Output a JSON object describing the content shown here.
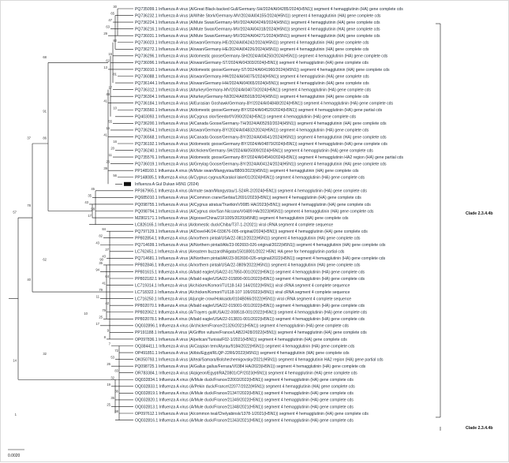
{
  "figure": {
    "clades": [
      {
        "label": "Clade 2.3.4.4b"
      },
      {
        "label": "Clade 2.3.4.4b"
      }
    ],
    "scale_bar": {
      "label": "0.0020"
    },
    "highlight": {
      "marker": "square-icon",
      "color": "#111111"
    }
  },
  "leaves": [
    {
      "label": "PQ735099.1 Influenza A virus (A/Great Black-backed Gull/Germany-SH/2024/AI04285/2024(H5N1)) segment 4 hemagglutinin (HA) gene complete cds",
      "bootstrap": "30"
    },
    {
      "label": "PQ736232.1 Influenza A virus (A/White Stork/Germany-MV/2024/AI04155/2024(H5N1)) segment 4 hemagglutinin (HA) gene complete cds",
      "bootstrap": "65"
    },
    {
      "label": "PQ736224.1 Influenza A virus (A/Mute Swan/Germany-MV/2024/AI04249/2024(H5N1)) segment 4 hemagglutinin (HA) gene complete cds",
      "bootstrap": "47"
    },
    {
      "label": "PQ736216.1 Influenza A virus (A/Mute Swan/Germany-MV/2024/AI04318/2024(H5N1)) segment 4 hemagglutinin (HA) gene complete cds",
      "bootstrap": "63"
    },
    {
      "label": "PQ736031.1 Influenza A virus (A/Mute Swan/Germany-MV/2024/AI04271/2024(H5N1)) segment 4 hemagglutinin (HA) gene complete cds",
      "bootstrap": "29"
    },
    {
      "label": "PQ736023.1 Influenza A virus (A/swan/Germany-HE/2024/AI04242/2024(H5N1)) segment 4 hemagglutinin (HA) gene complete cds",
      "bootstrap": "82"
    },
    {
      "label": "PQ736272.1 Influenza A virus (A/swan/Germany-HE/2024/AI04226/2024(H5N1)) segment 4 hemagglutinin (HA) gene complete cds",
      "bootstrap": ""
    },
    {
      "label": "PQ736296.1 Influenza A virus (A/domestic goose/Germany-SH/2024/AI04250/2024(H5N1)) segment 4 hemagglutinin (HA) gene complete cds",
      "bootstrap": "15"
    },
    {
      "label": "PQ736096.1 Influenza A virus (A/swan/Germany-ST/2024/AI04303/2024(H5N1)) segment 4 hemagglutinin (HA) gene complete cds",
      "bootstrap": "62"
    },
    {
      "label": "PQ736010.1 Influenza A virus (A/domestic goose/Germany-ST/2024/AI041960/2024(H5N1)) segment 4 hemagglutinin (HA) gene complete cds",
      "bootstrap": "13"
    },
    {
      "label": "PQ736088.1 Influenza A virus (A/swan/Germany-HH/2024/AI04075/2024(H5N1)) segment 4 hemagglutinin (HA) gene complete cds",
      "bootstrap": "81"
    },
    {
      "label": "PQ736144.1 Influenza A virus (A/swan/Germany-HH/2024/AI04065/2024(H5N1)) segment 4 hemagglutinin (HA) gene complete cds",
      "bootstrap": ""
    },
    {
      "label": "PQ736312.1 Influenza A virus (A/turkey/Germany-MV/2024/AI04073/2024(H5N1)) segment 4 hemagglutinin (HA) gene complete cds",
      "bootstrap": "17"
    },
    {
      "label": "PQ736304.1 Influenza A virus (A/turkey/Germany-NI/2024/AI05018/2024(H5N1)) segment 4 hemagglutinin (HA) gene complete cds",
      "bootstrap": "49"
    },
    {
      "label": "PQ736184.1 Influenza A virus (A/Eurasian Goshawk/Germany-BY/2024/AI04848/2024(H5N1)) segment 4 hemagglutinin (HA) gene complete cds",
      "bootstrap": "41"
    },
    {
      "label": "PQ736560.1 Influenza A virus (A/domestic goose/Germany-BY/2024/AI04520/2024(H5N1)) segment 4 hemagglutinin (HA) gene partial cds",
      "bootstrap": "10"
    },
    {
      "label": "PQ403093.1 Influenza A virus (A/Cygnus olor/Seedorf/V390/2024(H5N1)) segment 4 hemagglutinin (HA) gene complete cds",
      "bootstrap": ""
    },
    {
      "label": "PQ736200.1 Influenza A virus (A/Canada Goose/Germany-TH/2024/AI05292/2024(H5N1)) segment 4 hemagglutinin (HA) gene complete cds",
      "bootstrap": "55"
    },
    {
      "label": "PQ736264.1 Influenza A virus (A/swan/Germany-BY/2024/AI04832/2024(H5N1)) segment 4 hemagglutinin (HA) gene complete cds",
      "bootstrap": "15"
    },
    {
      "label": "PQ736568.1 Influenza A virus (A/Canada Goose/Germany-BY/2024/AI04541/2024(H5N1)) segment 4 hemagglutinin (HA) gene complete cds",
      "bootstrap": "41"
    },
    {
      "label": "PQ736192.1 Influenza A virus (A/domestic goose/Germany-BY/2024/AI04879/2024(H5N1)) segment 4 hemagglutinin (HA) gene complete cds",
      "bootstrap": "16"
    },
    {
      "label": "PQ736240.1 Influenza A virus (A/chicken/Germany-SH/2024/AI05009/2024(H5N1)) segment 4 hemagglutinin (HA) gene complete cds",
      "bootstrap": "20"
    },
    {
      "label": "PQ735576.1 Influenza A virus (A/domestic goose/Germany-BY/2024/AI04540/2024(H5N1)) segment 4 hemagglutinin HA2 region (HA) gene partial cds",
      "bootstrap": "11"
    },
    {
      "label": "PQ736019.1 Influenza A virus (A/Greylag Goose/Germany-BY/2024/AI04124/2024(H5N1)) segment 4 hemagglutinin (HA) gene complete cds",
      "bootstrap": "26"
    },
    {
      "label": "PP148160.1 Influenza A virus (A/Mute swan/Mangystau/8800/2023(H5N1)) segment 4 hemagglutinin (HA) gene complete cds",
      "bootstrap": "39"
    },
    {
      "label": "PP148085.1 Influenza A virus (A/Cygnus cygnus/Karakol lake/01/2024(H5N1)) segment 4 hemagglutinin (HA) gene complete cds",
      "bootstrap": "56"
    },
    {
      "label": "Influenza A Gul Dukan H5N1 (2024)",
      "bootstrap": "",
      "highlight": true
    },
    {
      "label": "PP367965.1 Influenza A virus (A/mute swan/Mangystau/1-S24R-2/2024(H5N1)) segment 4 hemagglutinin (HA) gene complete cds",
      "bootstrap": "45"
    },
    {
      "label": "PQ685010.1 Influenza A virus (A/Common crane/Serbia/12691/2023(H5N1)) segment 4 hemagglutinin (HA) gene complete cds",
      "bootstrap": "35"
    },
    {
      "label": "PQ098755.1 Influenza A virus (A/Cygnus atratus/Truetkin/V0085 HA/2023(H5N1)) segment 4 hemagglutinin (HA) gene complete cds",
      "bootstrap": "43"
    },
    {
      "label": "PQ098794.1 Influenza A virus (A/Cygnus olor/San Niccano/V0489 HA/2023(H5N1)) segment 4 hemagglutinin (HA) gene complete cds",
      "bootstrap": "98"
    },
    {
      "label": "MZ802171.1 Influenza A virus (A/goose/China/21F1005/2020(H5N8)) segment 4 hemagglutinin (HA) gene complete cds",
      "bootstrap": "17"
    },
    {
      "label": "LC826165.1 Influenza A virus (A/domestic duck/Chiba/T37-1-2/2021) viral cRNA segment 4 complete sequence",
      "bootstrap": ""
    },
    {
      "label": "PQ797129.1 Influenza A virus (A/Dove/HK/24-033676-005-original/2024(H5N1)) segment 4 hemagglutinin (HA) gene complete cds",
      "bootstrap": "84"
    },
    {
      "label": "PP802854.1 Influenza A virus (A/northern pintail/USA/22-0812/2022(H5N1)) segment 4 hemagglutinin (HA) gene complete cds",
      "bootstrap": "82"
    },
    {
      "label": "PQ714699.1 Influenza A virus (A/Northern pintail/Alk/23-002693-026-original/2022(H5N1)) segment 4 hemagglutinin (HA) gene complete cds",
      "bootstrap": "43"
    },
    {
      "label": "LC762451.1 Influenza A virus (A/eastern buzzard/Niigata/15018001/2022 H5N1 HA gene for hemagglutinin partial cds",
      "bootstrap": "27"
    },
    {
      "label": "PQ714681.1 Influenza A virus (A/Northern pintail/AK/23-002690-026-original/2022(H5N1)) segment 4 hemagglutinin (HA) gene complete cds",
      "bootstrap": "43"
    },
    {
      "label": "PP802846.1 Influenza A virus (A/northern pintail/USA/22-0809/2022(H5N1)) segment 4 hemagglutinin (HA) gene complete cds",
      "bootstrap": "35"
    },
    {
      "label": "PP801615.1 Influenza A virus (A/bald eagle/USA/22-017850-001/2022(H5N1)) segment 4 hemagglutinin (HA) gene complete cds",
      "bootstrap": "94"
    },
    {
      "label": "PP802182.1 Influenza A virus (A/bald eagle/USA/22-015890-001/2022(H5N1)) segment 4 hemagglutinin (HA) gene complete cds",
      "bootstrap": "64"
    },
    {
      "label": "LC719314.1 Influenza A virus (A/chicken/Komori/TU118-143 144/2022(H5N1)) viral cRNA segment 4 complete sequence",
      "bootstrap": "41"
    },
    {
      "label": "LC718322.1 Influenza A virus (A/chicken/Komori/TU118-107 109/2022(H5N1)) viral cRNA segment 4 complete sequence",
      "bootstrap": "79"
    },
    {
      "label": "LC716250.1 Influenza A virus (A/jungle crow/Hokkaido/0104B066/2022(H5N1)) viral cRNA segment 4 complete sequence",
      "bootstrap": "11"
    },
    {
      "label": "PP802070.1 Influenza A virus (A/bald eagle/USA/22-015001-001/2022(H5N1)) segment 4 hemagglutinin (HA) gene complete cds",
      "bootstrap": "42"
    },
    {
      "label": "PP802062.1 Influenza A virus (A/Trayers gull/USA/22-008518-001/2022(H5N1)) segment 4 hemagglutinin (HA) gene complete cds",
      "bootstrap": "79"
    },
    {
      "label": "PP802078.1 Influenza A virus (A/bald eagle/USA/22-013831-001/2022(H5N1)) segment 4 hemagglutinin (HA) gene complete cds",
      "bootstrap": "25"
    },
    {
      "label": "OQ032896.1 Influenza A virus (A/chicken/France/21326/2021(H5N1)) segment 4 hemagglutinin (HA) gene complete cds",
      "bootstrap": "17"
    },
    {
      "label": "PP191188.1 Influenza A virus (A/Griffon vulture/France/LAB22428/2022(H5N1)) segment 4 hemagglutinin (HA) gene complete cds",
      "bootstrap": "9"
    },
    {
      "label": "OP097836.1 Influenza A virus (A/pelican/Tunisia/F02-1/2021(H5N1)) segment 4 hemagglutinin (HA) gene complete cds",
      "bootstrap": "8"
    },
    {
      "label": "OQ384411.1 Influenza A virus (A/Caspian tern/Atyrau/9184/2022(H5N1)) segment 4 hemagglutinin (HA) gene complete cds",
      "bootstrap": "7"
    },
    {
      "label": "OP491851.1 Influenza A virus (A/ibis/Egypt/RLQP-22R6/2022(H5N1)) segment 4 hemagglutinin (HA) gene complete cds",
      "bootstrap": "72"
    },
    {
      "label": "OK050793.1 Influenza A virus (A/teal/Samara/Bolshechernigovsky/2021(H5N1)) segment 4 hemagglutinin HA2 region (HA) gene partial cds",
      "bootstrap": "53"
    },
    {
      "label": "PQ098725.1 Influenza A virus (A/Gallus gallus/Ferrara/V0384 HA/2023(H5N1)) segment 4 hemagglutinin (HA) gene complete cds",
      "bootstrap": "26"
    },
    {
      "label": "OR783384.1 Influenza A virus (A/pigeon/Egypt/RAZ0801/CP/2023(H5N1)) segment 4 hemagglutinin (HA) gene complete cds",
      "bootstrap": "83"
    },
    {
      "label": "OQ032834.1 Influenza A virus (A/Mule duck/France/22003/2022(H5N1)) segment 4 hemagglutinin (HA) gene complete cds",
      "bootstrap": "32"
    },
    {
      "label": "OQ032833.1 Influenza A virus (A/Pekin duck/France/22077/2022(H5N1)) segment 4 hemagglutinin (HA) gene complete cds",
      "bootstrap": "19"
    },
    {
      "label": "OQ032819.1 Influenza A virus (A/Mule duck/France/21347/2022(H5N1)) segment 4 hemagglutinin (HA) gene complete cds",
      "bootstrap": "36"
    },
    {
      "label": "OQ032820.1 Influenza A virus (A/Mule duck/France/21349/2022(H5N1)) segment 4 hemagglutinin (HA) gene complete cds",
      "bootstrap": "35"
    },
    {
      "label": "OQ032813.1 Influenza A virus (A/Mule duck/France/21348/2021(H5N1)) segment 4 hemagglutinin (HA) gene complete cds",
      "bootstrap": "25"
    },
    {
      "label": "OP097612.1 Influenza A virus (A/common teal/Chelyabinsk/1378-1/2021(H5N1)) segment 4 hemagglutinin (HA) gene complete cds",
      "bootstrap": "68"
    },
    {
      "label": "OQ032816.1 Influenza A virus (A/Mule duck/France/21343/2021(H5N1)) segment 4 hemagglutinin (HA) gene complete cds",
      "bootstrap": ""
    }
  ],
  "internal_support": [
    "68",
    "86",
    "37",
    "57",
    "78",
    "91",
    "40",
    "62",
    "90",
    "14",
    "32",
    "10",
    "1"
  ]
}
